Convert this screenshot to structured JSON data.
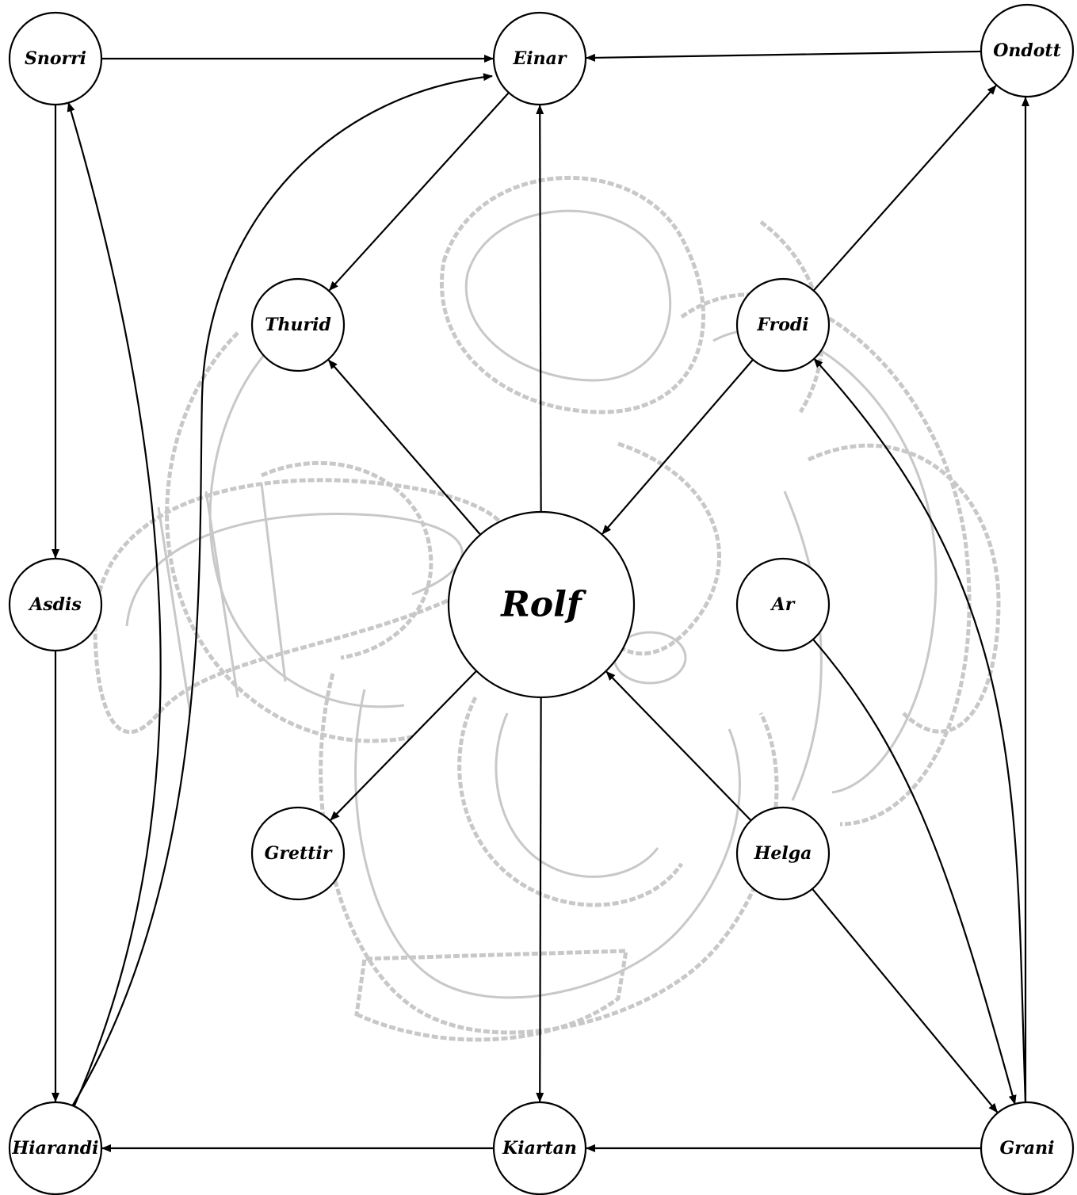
{
  "diagram": {
    "watermark_color": "#c8c8c8",
    "edge_color": "#000000",
    "nodes": [
      {
        "id": "snorri",
        "label": "Snorri"
      },
      {
        "id": "einar",
        "label": "Einar"
      },
      {
        "id": "ondott",
        "label": "Ondott"
      },
      {
        "id": "thurid",
        "label": "Thurid"
      },
      {
        "id": "frodi",
        "label": "Frodi"
      },
      {
        "id": "asdis",
        "label": "Asdis"
      },
      {
        "id": "rolf",
        "label": "Rolf"
      },
      {
        "id": "ar",
        "label": "Ar"
      },
      {
        "id": "grettir",
        "label": "Grettir"
      },
      {
        "id": "helga",
        "label": "Helga"
      },
      {
        "id": "hiarandi",
        "label": "Hiarandi"
      },
      {
        "id": "kiartan",
        "label": "Kiartan"
      },
      {
        "id": "grani",
        "label": "Grani"
      }
    ],
    "edges": [
      {
        "from": "snorri",
        "to": "einar"
      },
      {
        "from": "ondott",
        "to": "einar"
      },
      {
        "from": "snorri",
        "to": "asdis"
      },
      {
        "from": "asdis",
        "to": "hiarandi"
      },
      {
        "from": "hiarandi",
        "to": "snorri"
      },
      {
        "from": "hiarandi",
        "to": "einar"
      },
      {
        "from": "einar",
        "to": "thurid"
      },
      {
        "from": "rolf",
        "to": "einar"
      },
      {
        "from": "rolf",
        "to": "thurid"
      },
      {
        "from": "frodi",
        "to": "ondott"
      },
      {
        "from": "frodi",
        "to": "rolf"
      },
      {
        "from": "grani",
        "to": "frodi"
      },
      {
        "from": "grani",
        "to": "ondott"
      },
      {
        "from": "rolf",
        "to": "grettir"
      },
      {
        "from": "rolf",
        "to": "kiartan"
      },
      {
        "from": "helga",
        "to": "rolf"
      },
      {
        "from": "helga",
        "to": "grani"
      },
      {
        "from": "ar",
        "to": "grani"
      },
      {
        "from": "kiartan",
        "to": "hiarandi"
      },
      {
        "from": "grani",
        "to": "kiartan"
      }
    ]
  }
}
